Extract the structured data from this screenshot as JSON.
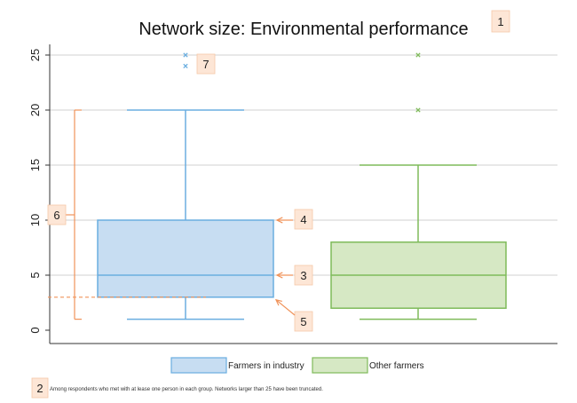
{
  "chart_data": {
    "type": "box",
    "title": "Network size: Environmental performance",
    "ylim": [
      0,
      25
    ],
    "yticks": [
      0,
      5,
      10,
      15,
      20,
      25
    ],
    "grid": true,
    "legend_position": "bottom",
    "series": [
      {
        "name": "Farmers in industry",
        "whisker_low": 1,
        "q1": 3,
        "median": 5,
        "q3": 10,
        "whisker_high": 20,
        "outliers": [
          24,
          25
        ],
        "fill": "#c7ddf2",
        "stroke": "#6aaee0"
      },
      {
        "name": "Other farmers",
        "whisker_low": 1,
        "q1": 2,
        "median": 5,
        "q3": 8,
        "whisker_high": 15,
        "outliers": [
          20,
          25
        ],
        "fill": "#d6e8c4",
        "stroke": "#7fbb5a"
      }
    ],
    "annotation_ref": {
      "mean_value": 3,
      "bracket_low": 1,
      "bracket_high": 20
    },
    "annotations": [
      {
        "id": "1",
        "label": "1",
        "target": "title"
      },
      {
        "id": "2",
        "label": "2",
        "target": "note"
      },
      {
        "id": "3",
        "label": "3",
        "target": "median"
      },
      {
        "id": "4",
        "label": "4",
        "target": "q3"
      },
      {
        "id": "5",
        "label": "5",
        "target": "q1"
      },
      {
        "id": "6",
        "label": "6",
        "target": "range-bracket"
      },
      {
        "id": "7",
        "label": "7",
        "target": "outliers"
      }
    ],
    "note": "Among respondents who met with at lease one person in each group. Networks larger than 25 have been truncated."
  },
  "colors": {
    "annotation_accent": "#f0935a",
    "badge_fill": "#fde6d6",
    "grid": "#d0d0d0"
  }
}
